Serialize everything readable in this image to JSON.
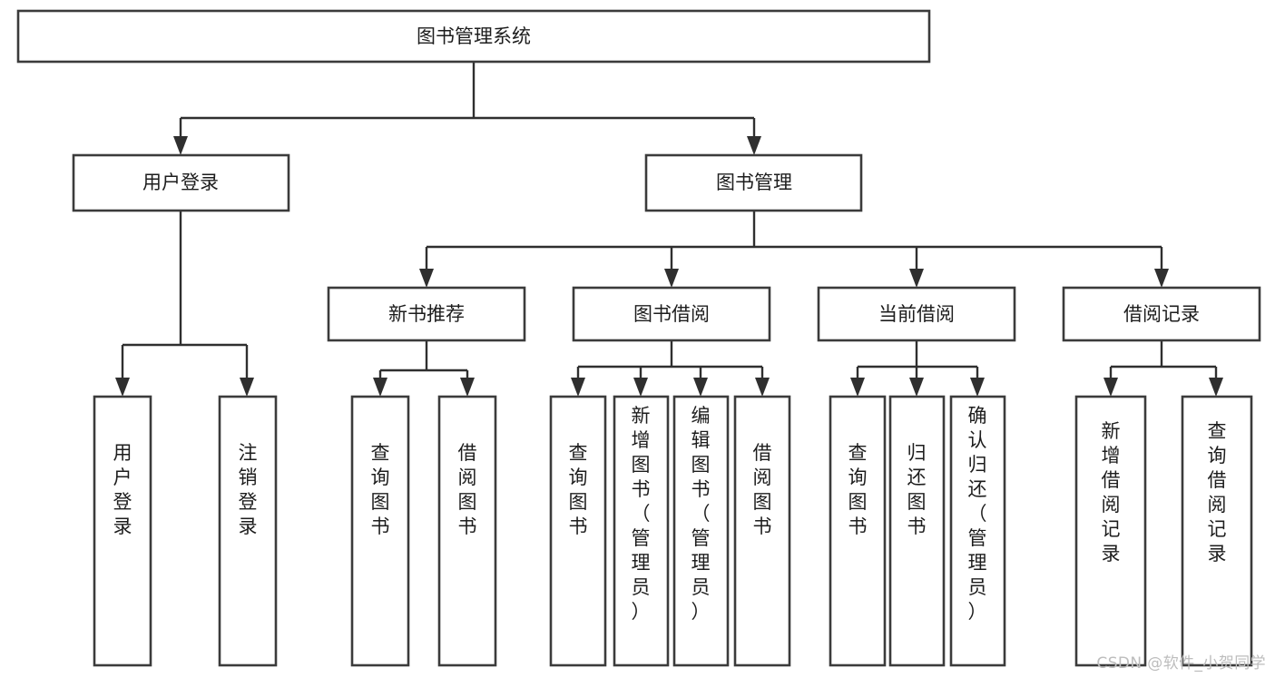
{
  "diagram": {
    "type": "tree-hierarchy-diagram",
    "title": "图书管理系统",
    "orientation": "top-down",
    "box_fill": "#ffffff",
    "box_stroke": "#3b3b3b",
    "connector_color": "#2f2f2f",
    "text_color": "#1d1d1d",
    "levels": [
      {
        "level": 1,
        "nodes": [
          {
            "id": "root",
            "label": "图书管理系统",
            "orientation": "horizontal"
          }
        ]
      },
      {
        "level": 2,
        "nodes": [
          {
            "id": "login",
            "label": "用户登录",
            "orientation": "horizontal",
            "parent": "root"
          },
          {
            "id": "bookmgmt",
            "label": "图书管理",
            "orientation": "horizontal",
            "parent": "root"
          }
        ]
      },
      {
        "level": 3,
        "nodes": [
          {
            "id": "newbook",
            "label": "新书推荐",
            "orientation": "horizontal",
            "parent": "bookmgmt"
          },
          {
            "id": "borrow",
            "label": "图书借阅",
            "orientation": "horizontal",
            "parent": "bookmgmt"
          },
          {
            "id": "current",
            "label": "当前借阅",
            "orientation": "horizontal",
            "parent": "bookmgmt"
          },
          {
            "id": "records",
            "label": "借阅记录",
            "orientation": "horizontal",
            "parent": "bookmgmt"
          }
        ]
      },
      {
        "level": 4,
        "nodes": [
          {
            "id": "leaf-user-login",
            "label": "用户登录",
            "orientation": "vertical",
            "parent": "login"
          },
          {
            "id": "leaf-user-logout",
            "label": "注销登录",
            "orientation": "vertical",
            "parent": "login"
          },
          {
            "id": "leaf-query-book-1",
            "label": "查询图书",
            "orientation": "vertical",
            "parent": "newbook"
          },
          {
            "id": "leaf-borrow-book-1",
            "label": "借阅图书",
            "orientation": "vertical",
            "parent": "newbook"
          },
          {
            "id": "leaf-query-book-2",
            "label": "查询图书",
            "orientation": "vertical",
            "parent": "borrow"
          },
          {
            "id": "leaf-add-book",
            "label": "新增图书（管理员）",
            "orientation": "vertical",
            "parent": "borrow"
          },
          {
            "id": "leaf-edit-book",
            "label": "编辑图书（管理员）",
            "orientation": "vertical",
            "parent": "borrow"
          },
          {
            "id": "leaf-borrow-book-2",
            "label": "借阅图书",
            "orientation": "vertical",
            "parent": "borrow"
          },
          {
            "id": "leaf-query-book-3",
            "label": "查询图书",
            "orientation": "vertical",
            "parent": "current"
          },
          {
            "id": "leaf-return-book",
            "label": "归还图书",
            "orientation": "vertical",
            "parent": "current"
          },
          {
            "id": "leaf-confirm-return",
            "label": "确认归还（管理员）",
            "orientation": "vertical",
            "parent": "current"
          },
          {
            "id": "leaf-add-record",
            "label": "新增借阅记录",
            "orientation": "vertical",
            "parent": "records"
          },
          {
            "id": "leaf-query-record",
            "label": "查询借阅记录",
            "orientation": "vertical",
            "parent": "records"
          }
        ]
      }
    ]
  },
  "watermark": {
    "text": "CSDN @软件_小贺同学"
  }
}
